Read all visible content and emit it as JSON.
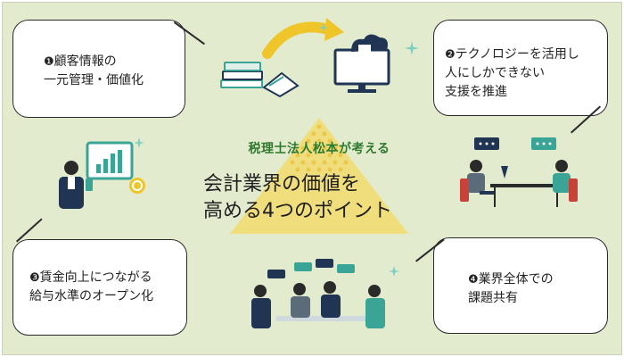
{
  "center": {
    "kicker": "税理士法人松本が考える",
    "title_line1": "会計業界の価値を",
    "title_line2": "高める4つのポイント"
  },
  "points": [
    {
      "num": "❶",
      "line1": "顧客情報の",
      "line2": "一元管理・価値化"
    },
    {
      "num": "❷",
      "line1": "テクノロジーを活用し",
      "line2": "人にしかできない",
      "line3": "支援を推進"
    },
    {
      "num": "❸",
      "line1": "賃金向上につながる",
      "line2": "給与水準のオープン化"
    },
    {
      "num": "❹",
      "line1": "業界全体での",
      "line2": "課題共有"
    }
  ],
  "colors": {
    "background": "#e3ebcf",
    "triangle": "#f2dc6e",
    "accent_green": "#2f7a2f",
    "teal": "#3aa596",
    "navy": "#1f3553",
    "arrow_yellow": "#f0c52a"
  },
  "icons": [
    "books-icon",
    "arrow-icon",
    "monitor-cloud-icon",
    "desk-meeting-icon",
    "chart-person-icon",
    "team-meeting-icon",
    "sparkle-icon"
  ]
}
